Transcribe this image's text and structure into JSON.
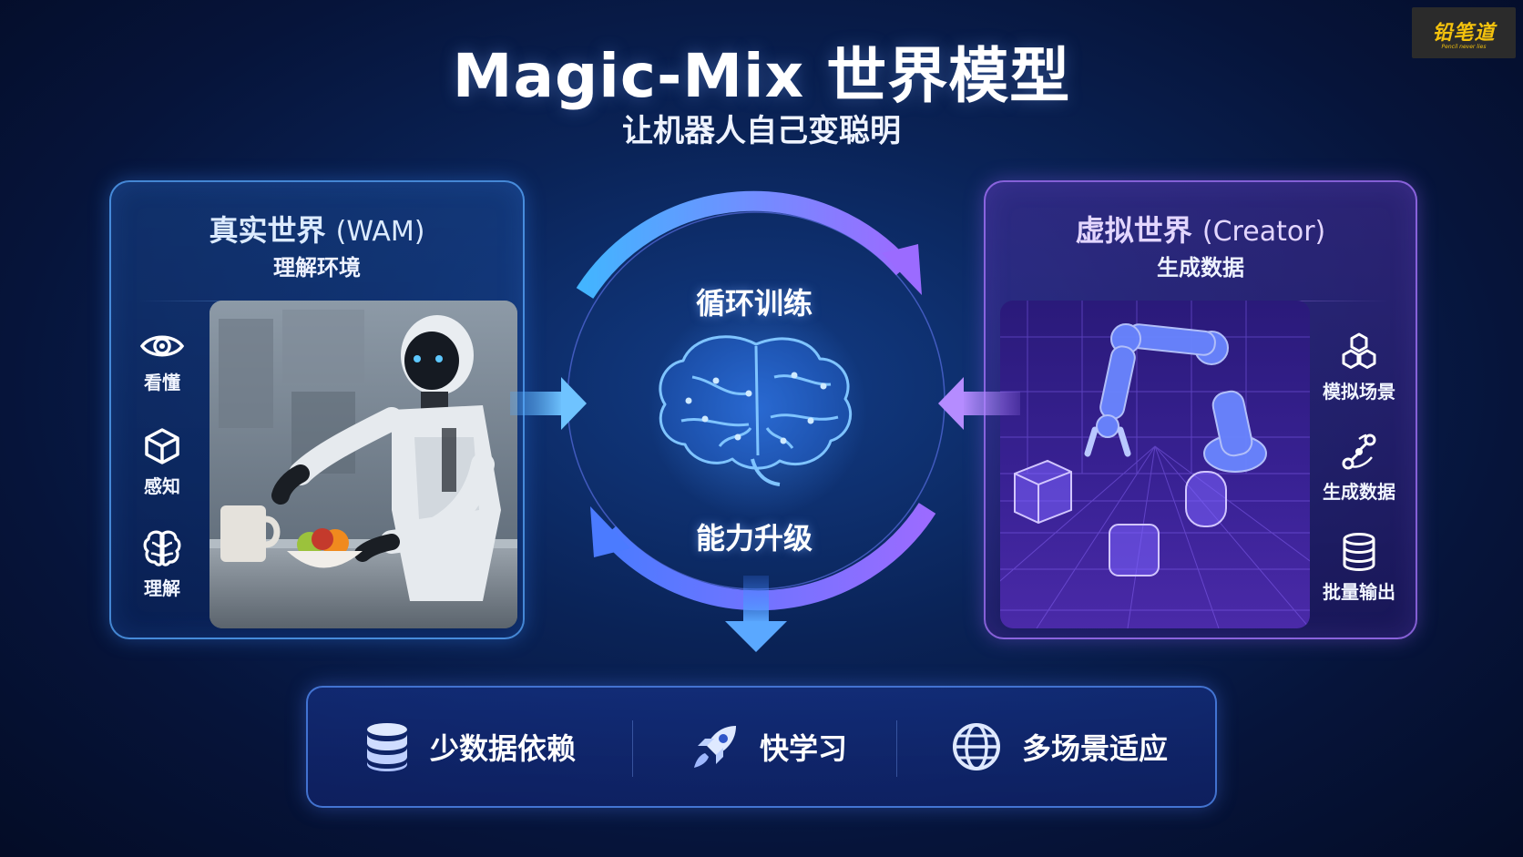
{
  "header": {
    "title": "Magic-Mix 世界模型",
    "subtitle": "让机器人自己变聪明"
  },
  "watermark": {
    "main": "铅笔道",
    "sub": "Pencil never lies"
  },
  "left_panel": {
    "title": "真实世界",
    "title_paren": "(WAM)",
    "subtitle": "理解环境",
    "accent": "#4da3ff",
    "items": [
      {
        "icon": "eye-icon",
        "label": "看懂"
      },
      {
        "icon": "cube-icon",
        "label": "感知"
      },
      {
        "icon": "brain-icon",
        "label": "理解"
      }
    ]
  },
  "right_panel": {
    "title": "虚拟世界",
    "title_paren": "(Creator)",
    "subtitle": "生成数据",
    "accent": "#a77bff",
    "items": [
      {
        "icon": "hexagons-icon",
        "label": "模拟场景"
      },
      {
        "icon": "nodes-icon",
        "label": "生成数据"
      },
      {
        "icon": "database-icon",
        "label": "批量输出"
      }
    ]
  },
  "center": {
    "top_label": "循环训练",
    "bottom_label": "能力升级"
  },
  "bottom_bar": {
    "items": [
      {
        "icon": "database-icon",
        "label": "少数据依赖"
      },
      {
        "icon": "rocket-icon",
        "label": "快学习"
      },
      {
        "icon": "globe-icon",
        "label": "多场景适应"
      }
    ]
  }
}
